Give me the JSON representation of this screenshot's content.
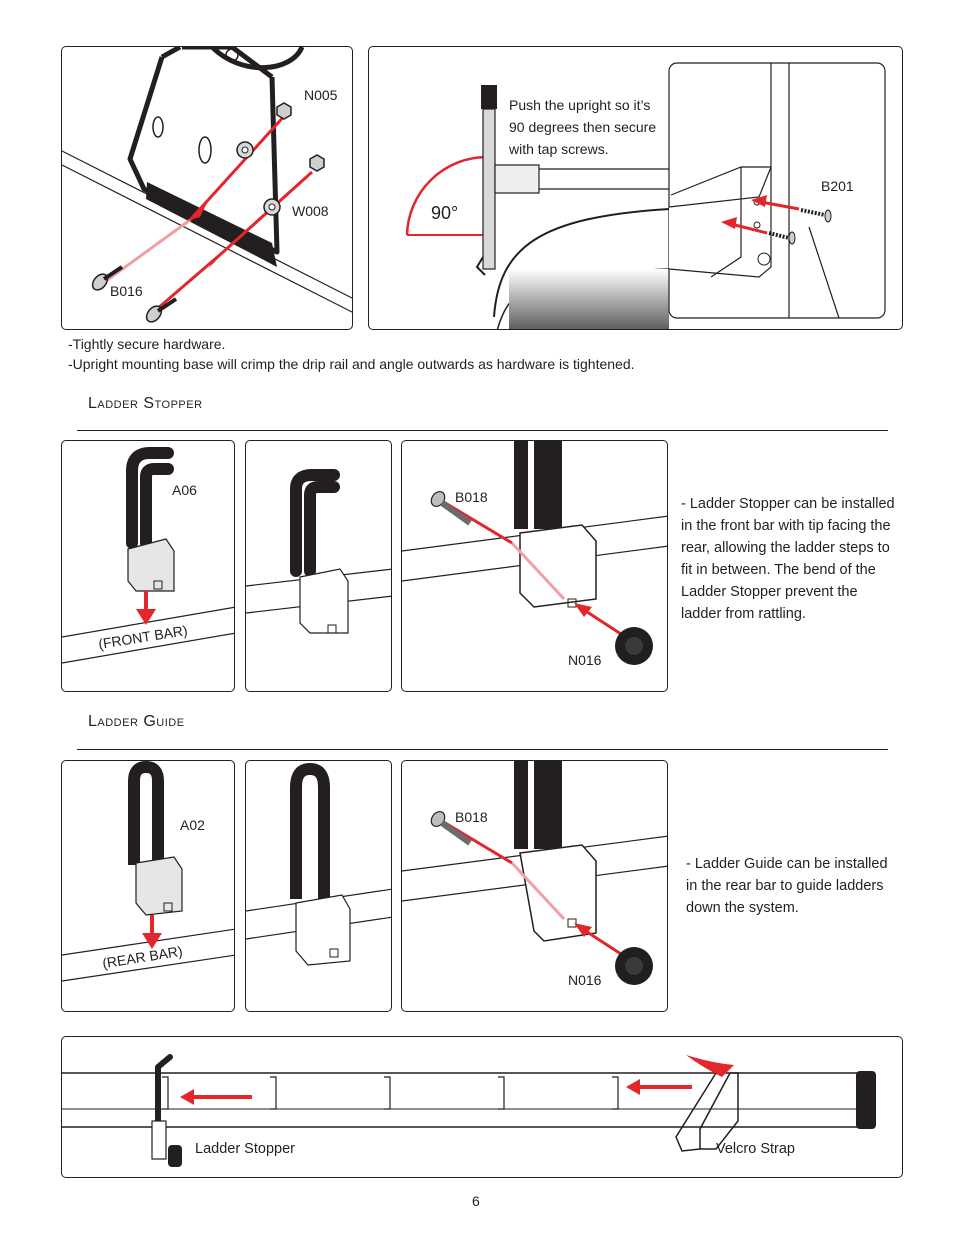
{
  "panel1": {
    "labels": {
      "n005": "N005",
      "w008": "W008",
      "b016": "B016"
    }
  },
  "panel2": {
    "instruction": "Push the upright so it’s 90 degrees then secure with tap screws.",
    "angle": "90°",
    "labels": {
      "b201": "B201"
    }
  },
  "notes": {
    "line1": "-Tightly secure hardware.",
    "line2": "-Upright mounting base will crimp the drip rail and angle outwards as hardware is tightened."
  },
  "ladder_stopper": {
    "heading": "Ladder Stopper",
    "labels": {
      "a06": "A06",
      "front_bar": "(FRONT BAR)",
      "b018": "B018",
      "n016": "N016"
    },
    "description": "- Ladder Stopper can be installed in the front bar with tip facing the rear, allowing the ladder steps to fit in between. The bend of the Ladder Stopper prevent the ladder from rattling."
  },
  "ladder_guide": {
    "heading": "Ladder Guide",
    "labels": {
      "a02": "A02",
      "rear_bar": "(REAR BAR)",
      "b018": "B018",
      "n016": "N016"
    },
    "description": "- Ladder Guide can be installed in the rear bar to guide ladders down the system."
  },
  "bottom_panel": {
    "ladder_stopper": "Ladder Stopper",
    "velcro_strap": "Velcro Strap"
  },
  "page_number": "6",
  "colors": {
    "arrow_red": "#e3262b",
    "arrow_fade": "#f0a0a2",
    "ink": "#231f20"
  }
}
